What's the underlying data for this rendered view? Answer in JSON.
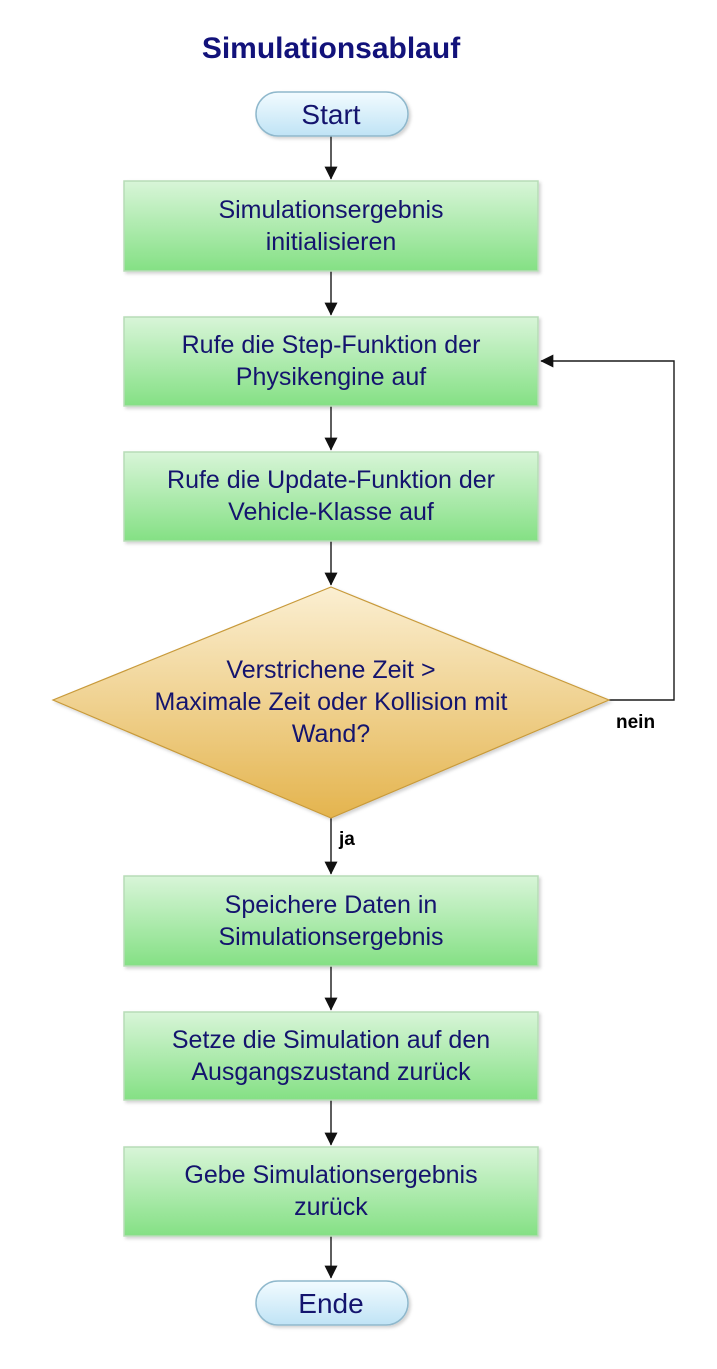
{
  "title": "Simulationsablauf",
  "nodes": {
    "start": {
      "lines": [
        "Start"
      ]
    },
    "init": {
      "lines": [
        "Simulationsergebnis",
        "initialisieren"
      ]
    },
    "step": {
      "lines": [
        "Rufe die Step-Funktion der",
        "Physikengine auf"
      ]
    },
    "update": {
      "lines": [
        "Rufe die Update-Funktion der",
        "Vehicle-Klasse auf"
      ]
    },
    "decision": {
      "lines": [
        "Verstrichene Zeit >",
        "Maximale Zeit oder Kollision mit",
        "Wand?"
      ]
    },
    "save": {
      "lines": [
        "Speichere Daten in",
        "Simulationsergebnis"
      ]
    },
    "reset": {
      "lines": [
        "Setze die Simulation auf den",
        "Ausgangszustand zurück"
      ]
    },
    "return": {
      "lines": [
        "Gebe Simulationsergebnis",
        "zurück"
      ]
    },
    "end": {
      "lines": [
        "Ende"
      ]
    }
  },
  "edges": {
    "no_label": "nein",
    "yes_label": "ja"
  },
  "colors": {
    "process_fill_top": "#d8f5d8",
    "process_fill_bottom": "#84e084",
    "process_border": "#b7dcb7",
    "decision_fill_top": "#fbefd2",
    "decision_fill_bottom": "#e4b44e",
    "decision_border": "#c89a3a",
    "terminal_fill_top": "#f2fbff",
    "terminal_fill_bottom": "#bfe3f5",
    "terminal_border": "#8fb8cc",
    "text": "#14146e"
  }
}
